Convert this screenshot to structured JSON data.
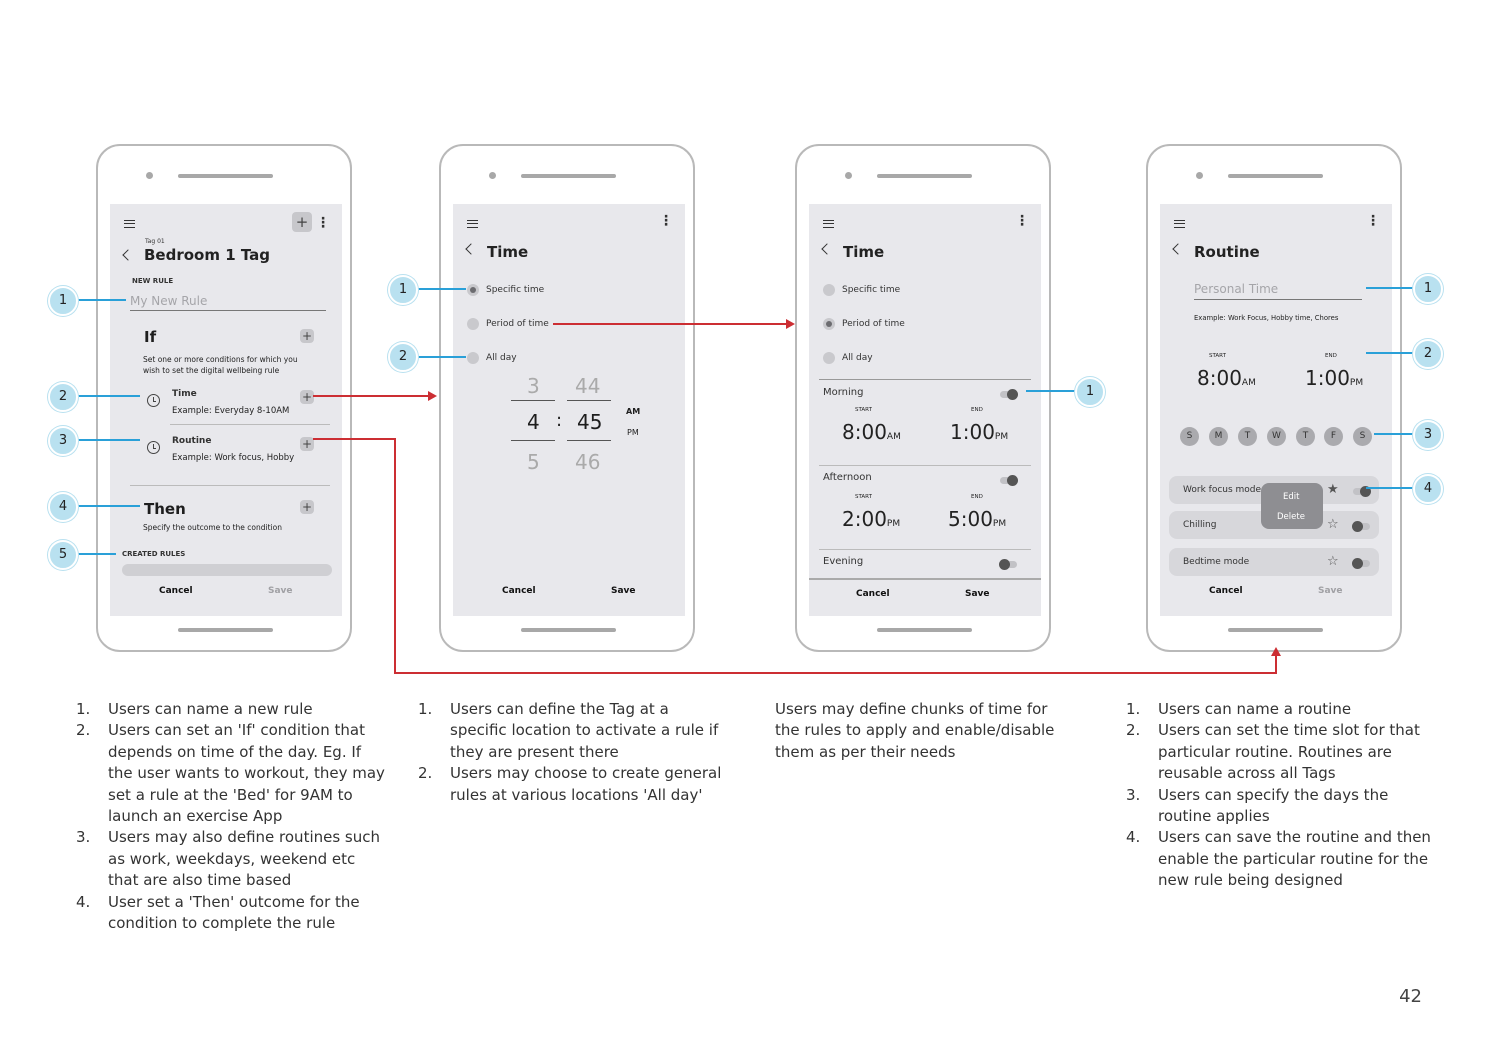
{
  "screen1": {
    "tag_small": "Tag 01",
    "title": "Bedroom 1 Tag",
    "new_rule_label": "NEW RULE",
    "rule_placeholder": "My New Rule",
    "if_heading": "If",
    "if_desc": "Set one or more conditions for which you wish to set the digital wellbeing rule",
    "time_label": "Time",
    "time_example": "Example: Everyday 8-10AM",
    "routine_label": "Routine",
    "routine_example": "Example: Work focus, Hobby",
    "then_heading": "Then",
    "then_desc": "Specify the outcome to the condition",
    "created_rules_label": "CREATED RULES",
    "cancel": "Cancel",
    "save": "Save"
  },
  "screen2": {
    "title": "Time",
    "opt_specific": "Specific time",
    "opt_period": "Period of time",
    "opt_allday": "All day",
    "picker": {
      "h_prev": "3",
      "h_cur": "4",
      "h_next": "5",
      "sep": ":",
      "m_prev": "44",
      "m_cur": "45",
      "m_next": "46",
      "am": "AM",
      "pm": "PM"
    },
    "cancel": "Cancel",
    "save": "Save"
  },
  "screen3": {
    "title": "Time",
    "opt_specific": "Specific time",
    "opt_period": "Period of time",
    "opt_allday": "All day",
    "start_label": "START",
    "end_label": "END",
    "morning": {
      "label": "Morning",
      "start": "8:00",
      "start_suffix": "AM",
      "end": "1:00",
      "end_suffix": "PM"
    },
    "afternoon": {
      "label": "Afternoon",
      "start": "2:00",
      "start_suffix": "PM",
      "end": "5:00",
      "end_suffix": "PM"
    },
    "evening": {
      "label": "Evening"
    },
    "cancel": "Cancel",
    "save": "Save"
  },
  "screen4": {
    "title": "Routine",
    "name_placeholder": "Personal Time",
    "name_example": "Example: Work Focus, Hobby time, Chores",
    "start_label": "START",
    "end_label": "END",
    "start": "8:00",
    "start_suffix": "AM",
    "end": "1:00",
    "end_suffix": "PM",
    "days": [
      "S",
      "M",
      "T",
      "W",
      "T",
      "F",
      "S"
    ],
    "routines": [
      "Work focus mode",
      "Chilling",
      "Bedtime mode"
    ],
    "menu_edit": "Edit",
    "menu_delete": "Delete",
    "cancel": "Cancel",
    "save": "Save"
  },
  "callouts": {
    "s1": [
      "1",
      "2",
      "3",
      "4",
      "5"
    ],
    "s2": [
      "1",
      "2"
    ],
    "s3": [
      "1"
    ],
    "s4": [
      "1",
      "2",
      "3",
      "4"
    ]
  },
  "descriptions": {
    "col1": [
      "Users can name a new rule",
      "Users can set an 'If' condition that depends on time of the day. Eg. If the user wants to workout, they may set a rule at the 'Bed' for 9AM to launch an exercise App",
      "Users may also define routines such as work, weekdays, weekend etc that are also time based",
      "User set a 'Then' outcome for the condition to complete the rule"
    ],
    "col2": [
      "Users can define the Tag at a specific location to activate a rule if they are present there",
      "Users may choose to create general rules at various locations 'All day'"
    ],
    "col3": "Users may define chunks of time for the rules to apply and enable/disable them as per their needs",
    "col4": [
      "Users can name a routine",
      "Users can set the time slot for that particular routine. Routines are reusable across all Tags",
      "Users can specify the days the routine applies",
      "Users can save the routine and then enable the particular routine for the new rule being designed"
    ]
  },
  "page_number": "42",
  "colors": {
    "callout": "#b9e1f0",
    "leader_line": "#2aa0d8",
    "flow_arrow": "#cc2e33",
    "screen_bg": "#e8e8ec"
  }
}
